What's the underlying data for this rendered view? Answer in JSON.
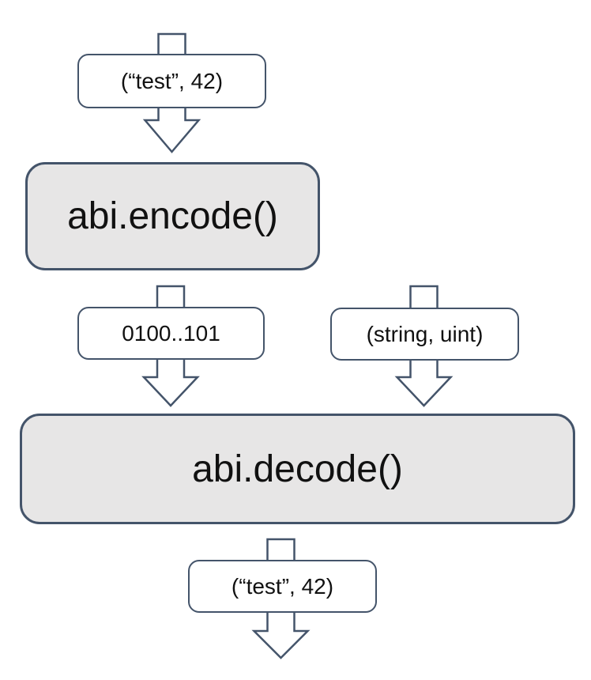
{
  "colors": {
    "outline": "#44546a",
    "process_fill": "#e7e6e6",
    "label_fill": "#ffffff",
    "text": "#111111"
  },
  "nodes": {
    "input_tuple": "(“test”, 42)",
    "encode": "abi.encode()",
    "encoded_bytes": "0100..101",
    "types_tuple": "(string, uint)",
    "decode": "abi.decode()",
    "output_tuple": "(“test”, 42)"
  }
}
